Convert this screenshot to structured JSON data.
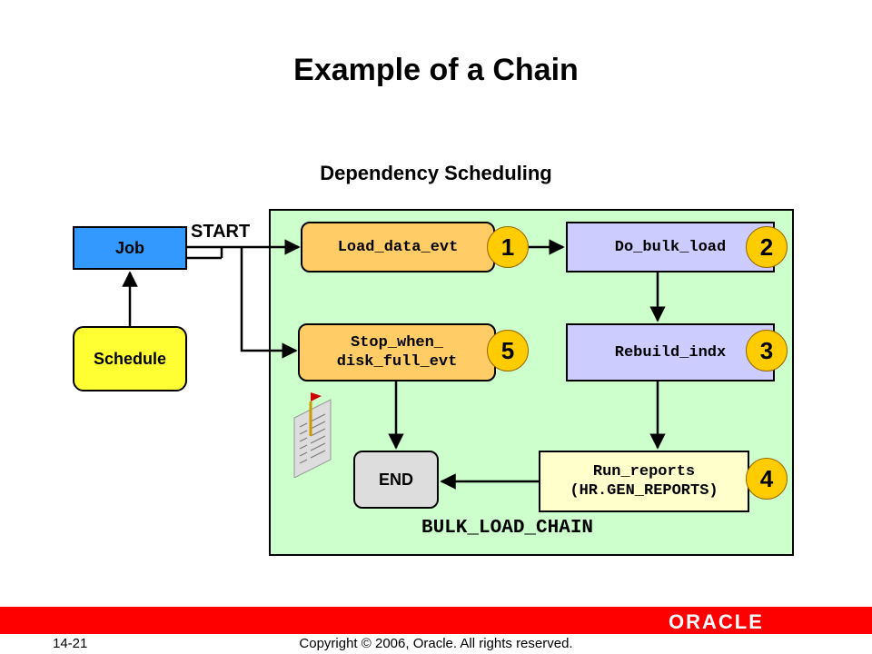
{
  "title": "Example of a Chain",
  "subtitle": "Dependency Scheduling",
  "start_label": "START",
  "job": {
    "label": "Job"
  },
  "schedule": {
    "label": "Schedule"
  },
  "chain": {
    "name": "BULK_LOAD_CHAIN",
    "steps": {
      "load_data_evt": {
        "label": "Load_data_evt",
        "number": "1"
      },
      "do_bulk_load": {
        "label": "Do_bulk_load",
        "number": "2"
      },
      "rebuild_indx": {
        "label": "Rebuild_indx",
        "number": "3"
      },
      "run_reports": {
        "line1": "Run_reports",
        "line2": "HR.GEN_REPORTS",
        "number": "4"
      },
      "stop_when": {
        "line1": "Stop_when_",
        "line2": "disk_full_evt",
        "number": "5"
      },
      "end": {
        "label": "END"
      }
    }
  },
  "footer": {
    "page": "14-21",
    "copyright": "Copyright © 2006, Oracle. All rights reserved.",
    "logo": "ORACLE"
  },
  "colors": {
    "panel": "#ccffcc",
    "job": "#3399ff",
    "schedule": "#ffff33",
    "event": "#ffcc66",
    "step": "#ccccff",
    "badge": "#ffcc00",
    "footer_bar": "#ff0000"
  }
}
